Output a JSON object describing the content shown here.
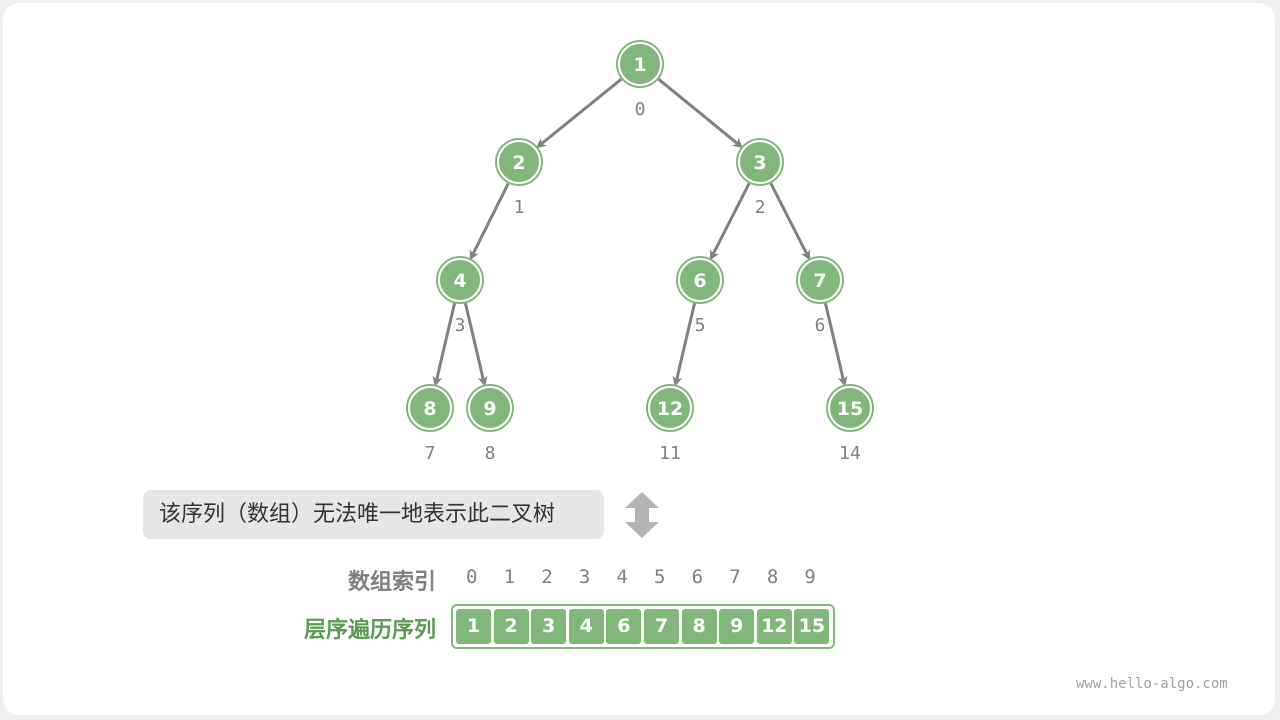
{
  "tree": {
    "nodes": [
      {
        "value": "1",
        "index": "0"
      },
      {
        "value": "2",
        "index": "1"
      },
      {
        "value": "3",
        "index": "2"
      },
      {
        "value": "4",
        "index": "3"
      },
      {
        "value": "6",
        "index": "5"
      },
      {
        "value": "7",
        "index": "6"
      },
      {
        "value": "8",
        "index": "7"
      },
      {
        "value": "9",
        "index": "8"
      },
      {
        "value": "12",
        "index": "11"
      },
      {
        "value": "15",
        "index": "14"
      }
    ],
    "edges": [
      [
        0,
        1
      ],
      [
        0,
        2
      ],
      [
        1,
        3
      ],
      [
        2,
        4
      ],
      [
        2,
        5
      ],
      [
        3,
        6
      ],
      [
        3,
        7
      ],
      [
        4,
        8
      ],
      [
        5,
        9
      ]
    ]
  },
  "note": "该序列（数组）无法唯一地表示此二叉树",
  "array": {
    "index_label": "数组索引",
    "sequence_label": "层序遍历序列",
    "indices": [
      "0",
      "1",
      "2",
      "3",
      "4",
      "5",
      "6",
      "7",
      "8",
      "9"
    ],
    "values": [
      "1",
      "2",
      "3",
      "4",
      "6",
      "7",
      "8",
      "9",
      "12",
      "15"
    ]
  },
  "footer": "www.hello-algo.com",
  "colors": {
    "node": "#82b77b",
    "edge": "#808080",
    "accent_text": "#5b9a52"
  }
}
